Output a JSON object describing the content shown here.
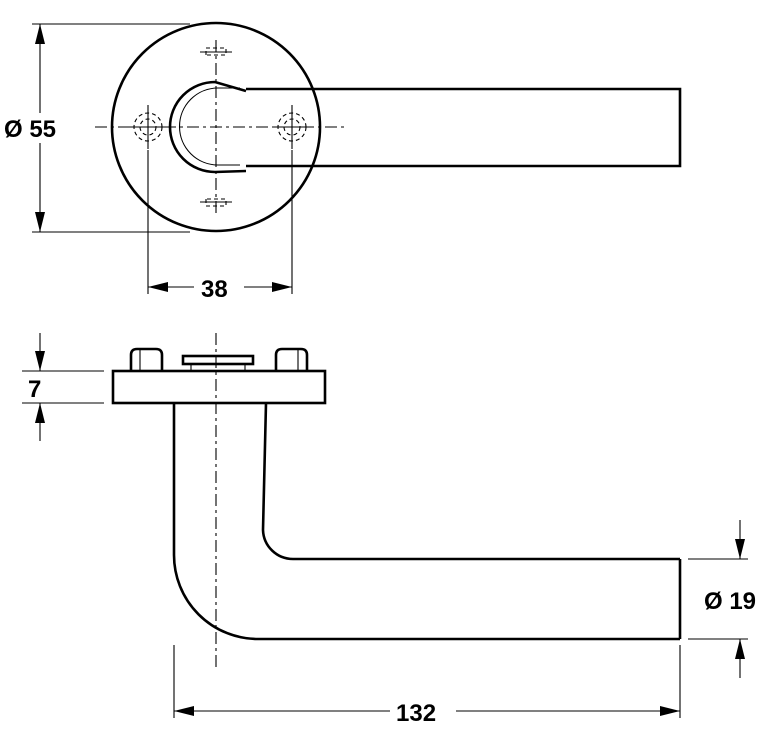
{
  "dimensions": {
    "rose_diameter": "Ø 55",
    "screw_spacing": "38",
    "rose_thickness": "7",
    "lever_diameter": "Ø 19",
    "lever_length": "132"
  }
}
